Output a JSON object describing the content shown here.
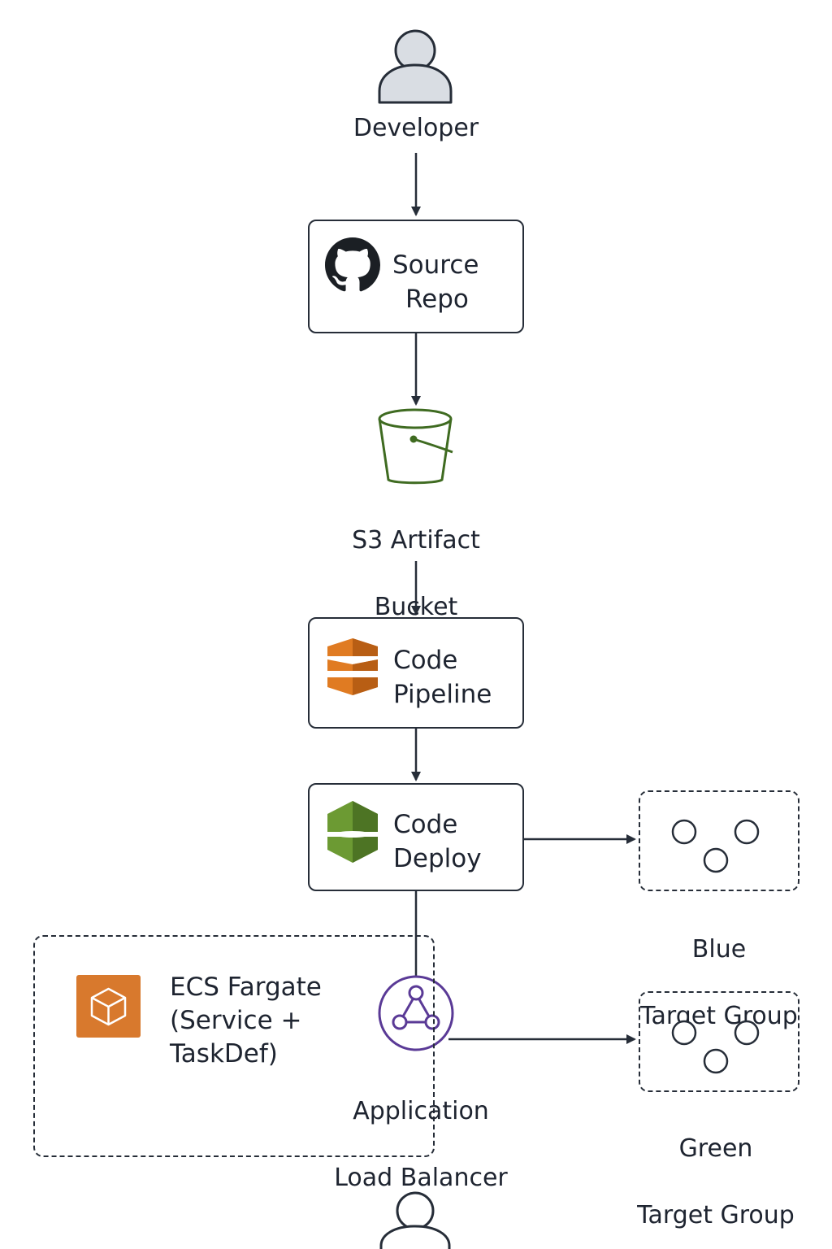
{
  "nodes": {
    "developer": {
      "label": "Developer"
    },
    "source_repo": {
      "line1": "Source",
      "line2": "Repo"
    },
    "s3_bucket": {
      "line1": "S3 Artifact",
      "line2": "Bucket"
    },
    "codepipeline": {
      "line1": "Code",
      "line2": "Pipeline"
    },
    "codedeploy": {
      "line1": "Code",
      "line2": "Deploy"
    },
    "blue_tg": {
      "line1": "Blue",
      "line2": "Target Group"
    },
    "green_tg": {
      "line1": "Green",
      "line2": "Target Group"
    },
    "ecs": {
      "line1": "ECS Fargate",
      "line2": "(Service +",
      "line3": "TaskDef)"
    },
    "alb": {
      "line1": "Application",
      "line2": "Load Balancer"
    }
  },
  "icons": {
    "developer": "user-icon",
    "source_repo": "github-icon",
    "s3_bucket": "s3-bucket-icon",
    "codepipeline": "codepipeline-icon",
    "codedeploy": "codedeploy-icon",
    "ecs": "ecs-fargate-icon",
    "alb": "load-balancer-icon",
    "target_group": "target-group-icon",
    "end_user": "user-icon"
  },
  "colors": {
    "stroke": "#262d38",
    "s3_green": "#3f6b21",
    "pipeline_orange": "#e07b22",
    "deploy_green": "#6c9a33",
    "ecs_orange": "#d8792d",
    "alb_purple": "#5a3a96",
    "user_fill": "#d9dde3"
  }
}
